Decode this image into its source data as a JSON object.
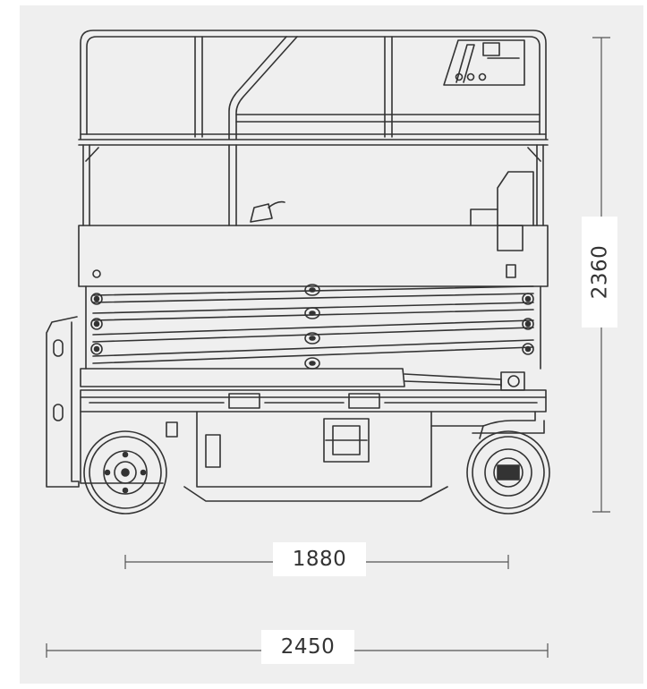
{
  "dimensions": {
    "height": "2360",
    "wheelbase": "1880",
    "length": "2450"
  },
  "colors": {
    "background": "#efefef",
    "line": "#333333",
    "dimension_line": "#555555"
  }
}
